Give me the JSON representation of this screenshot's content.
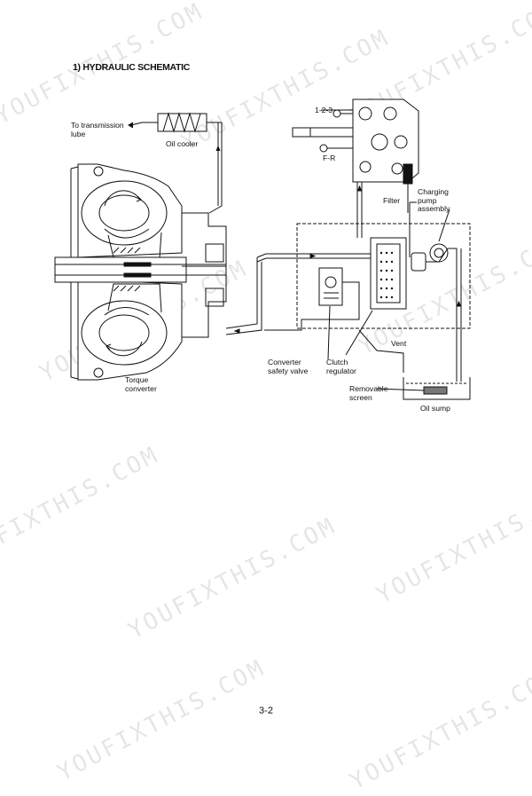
{
  "heading": "1) HYDRAULIC SCHEMATIC",
  "page_number": "3-2",
  "watermark": "YOUFIXTHIS.COM",
  "labels": {
    "to_transmission_lube": "To transmission\nlube",
    "oil_cooler": "Oil cooler",
    "valve_1_2_3": "1-2-3",
    "valve_f_r": "F-R",
    "filter": "Filter",
    "charging_pump_assembly": "Charging\npump\nassembly",
    "vent": "Vent",
    "converter_safety_valve": "Converter\nsafety valve",
    "clutch_regulator": "Clutch\nregulator",
    "torque_converter": "Torque\nconverter",
    "removable_screen": "Removable\nscreen",
    "oil_sump": "Oil sump"
  }
}
